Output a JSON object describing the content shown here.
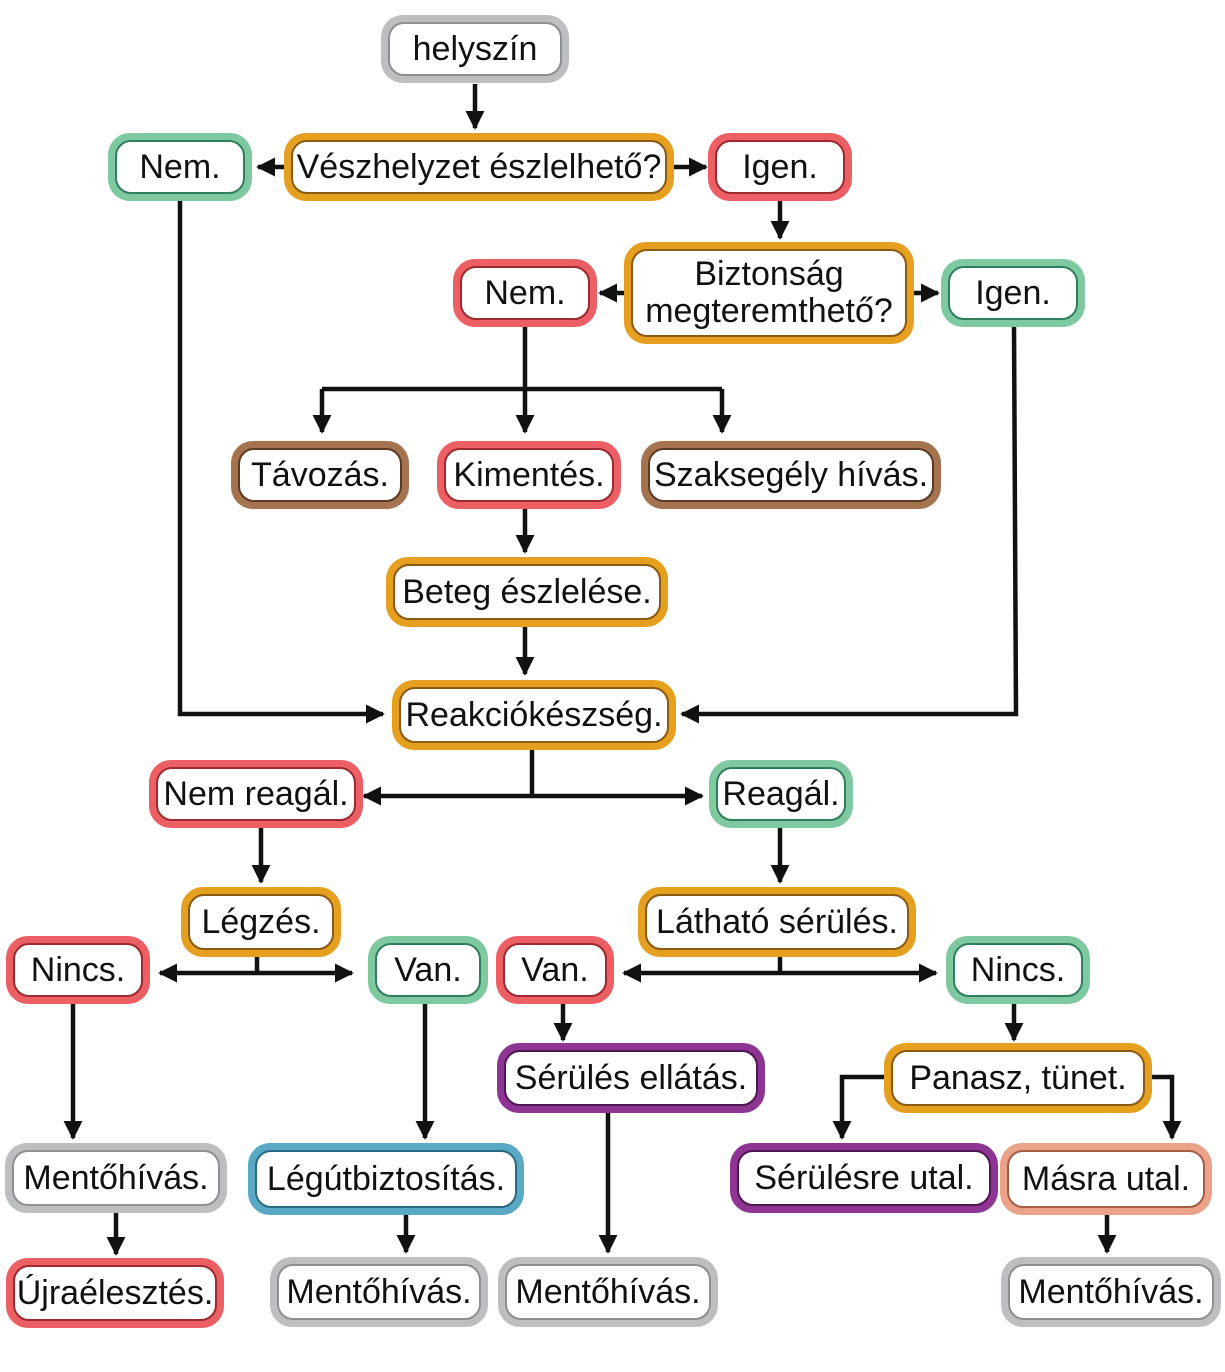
{
  "colors": {
    "gray": "#bdbec0",
    "orange": "#e6a020",
    "red": "#ec5f64",
    "green": "#7ec9a0",
    "brown": "#a57350",
    "purple": "#8e3594",
    "teal": "#5aa9c4",
    "salmon": "#eaa288",
    "edge": "#111111"
  },
  "nodes": {
    "helyszin": "helyszín",
    "veszhelyzet": "Vészhelyzet észlelhető?",
    "nem1": "Nem.",
    "igen1": "Igen.",
    "biztonsag_line1": "Biztonság",
    "biztonsag_line2": "megteremthető?",
    "nem2": "Nem.",
    "igen2": "Igen.",
    "tavozas": "Távozás.",
    "kimentes": "Kimentés.",
    "szaksegely": "Szaksegély hívás.",
    "beteg": "Beteg észlelése.",
    "reakcio": "Reakciókészség.",
    "nemreagal": "Nem reagál.",
    "reagal": "Reagál.",
    "legzes": "Légzés.",
    "lathato": "Látható sérülés.",
    "nincs1": "Nincs.",
    "van1": "Van.",
    "van2": "Van.",
    "nincs2": "Nincs.",
    "serules_ellatas": "Sérülés ellátás.",
    "panasz": "Panasz, tünet.",
    "mentohivas1": "Mentőhívás.",
    "legut": "Légútbiztosítás.",
    "serulesre": "Sérülésre utal.",
    "masra": "Másra utal.",
    "ujraelesztes": "Újraélesztés.",
    "mentohivas2": "Mentőhívás.",
    "mentohivas3": "Mentőhívás.",
    "mentohivas4": "Mentőhívás."
  }
}
